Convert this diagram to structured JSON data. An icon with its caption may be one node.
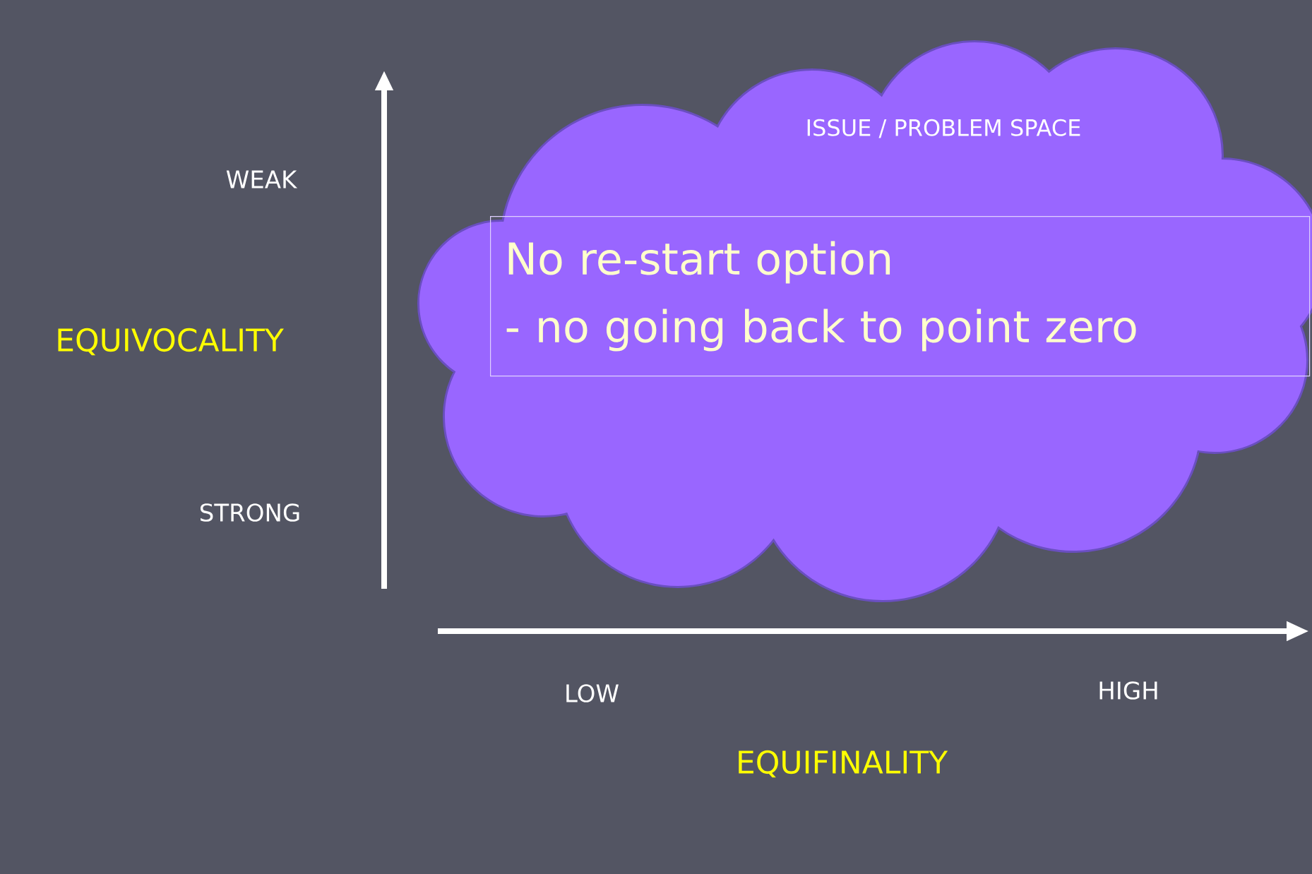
{
  "diagram": {
    "nodes": [
      {
        "text": [
          "ISSUE / PROBLEM SPACE"
        ]
      },
      {
        "text": [
          "No re-start option",
          "-  no going back to point zero"
        ],
        "in": 0
      }
    ],
    "labels": [
      "WEAK",
      "EQUIVOCALITY",
      "STRONG",
      "LOW",
      "HIGH",
      "EQUIFINALITY"
    ]
  }
}
